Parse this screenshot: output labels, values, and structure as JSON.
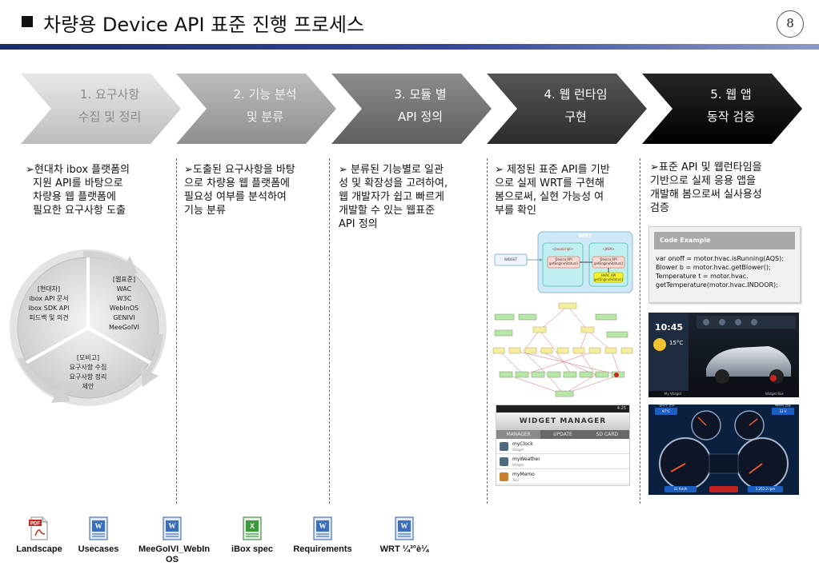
{
  "title": "차량용 Device API 표준 진행 프로세스",
  "page_number": "8",
  "steps": [
    {
      "line1": "1. 요구사항",
      "line2": "수집 및 정리"
    },
    {
      "line1": "2. 기능 분석",
      "line2": "및 분류"
    },
    {
      "line1": "3. 모듈 별",
      "line2": "API 정의"
    },
    {
      "line1": "4. 웹 런타임",
      "line2": "구현"
    },
    {
      "line1": "5. 웹 앱",
      "line2": "동작 검증"
    }
  ],
  "descriptions": [
    {
      "lines": [
        "➢현대차 ibox 플랫폼의",
        "  지원 API를 바탕으로",
        "  차량용 웹 플랫폼에",
        "  필요한 요구사항 도출"
      ]
    },
    {
      "lines": [
        "➢도출된 요구사항을 바탕",
        "으로 차량용 웹 플랫폼에",
        "필요성 여부를 분석하여",
        "기능 분류"
      ]
    },
    {
      "lines": [
        "➢ 분류된 기능별로 일관",
        "성 및 확장성을 고려하여,",
        "웹 개발자가 쉽고 빠르게",
        "개발할 수 있는 웹표준",
        "API 정의"
      ]
    },
    {
      "lines": [
        "➢ 제정된 표준 API를 기반",
        "으로 실제 WRT를 구현해",
        "봄으로써, 실현 가능성 여",
        "부를 확인"
      ]
    },
    {
      "lines": [
        "➢표준 API 및 웹런타임을",
        "기반으로 실제 응용 앱을",
        "개발해 봄으로써 실사용성",
        "검증"
      ]
    }
  ],
  "cycle": {
    "hyundai": [
      "[현대차]",
      "ibox API 문서",
      "ibox SDK API",
      "피드백 및 의견"
    ],
    "webstandard": [
      "[웹표준]",
      "WAC",
      "W3C",
      "WebInOS",
      "GENIVI",
      "MeeGoIVI"
    ],
    "mobile": [
      "[모비고]",
      "요구사항 수집",
      "요구사항 정리",
      "제안"
    ]
  },
  "wrt_diagram": {
    "title": "WRT",
    "widget": "WIDGET",
    "javascript": "<Javascript>",
    "java": "<JAVA>",
    "device_api": "Device API",
    "device_api_sub": "getEngineStatus()",
    "hvac_api": "HVAC API",
    "hvac_api_sub": "getEngineStatus()"
  },
  "widget_manager": {
    "status": "4:25",
    "title": "WIDGET MANAGER",
    "tabs": [
      "MANAGER",
      "UPDATE",
      "SD CARD"
    ],
    "items": [
      {
        "name": "myClock",
        "sub": "Widget"
      },
      {
        "name": "myWeather",
        "sub": "Widget"
      },
      {
        "name": "myMemo",
        "sub": "Tool"
      }
    ]
  },
  "code_example": {
    "header": "Code Example",
    "lines": [
      "var onoff = motor.hvac.isRunning(AQS);",
      "Blower b = motor.hvac.getBlower();",
      "Temperature t = motor.hvac.",
      "getTemperature(motor.hvac.INDOOR);"
    ]
  },
  "car_screen": {
    "time": "10:45",
    "temp": "15°C",
    "left_caption": "My Widget",
    "right_caption": "Widget Box"
  },
  "gauge_screen": {
    "left_label": "냉각수 온도",
    "left_value": "97°C",
    "right_label": "배터리 전압",
    "right_value": "12 V",
    "speed_label": "31 Km/h",
    "rpm_label": "1,252.2 rpm"
  },
  "files": [
    {
      "label": "Landscape",
      "type": "pdf"
    },
    {
      "label": "Usecases",
      "type": "word"
    },
    {
      "label": "MeeGoIVI_WebIn OS",
      "type": "word"
    },
    {
      "label": "iBox spec",
      "type": "excel"
    },
    {
      "label": "Requirements",
      "type": "word"
    },
    {
      "label": "WRT ¼³°è¼­",
      "type": "word"
    }
  ],
  "colors": {
    "title_rule": "#1c2b6b",
    "step1": "#cfcfcf",
    "step2": "#a6a6a6",
    "step3": "#767676",
    "step4": "#3f3f3f",
    "step5": "#0d0d0d",
    "code_header": "#a9a9a9"
  }
}
